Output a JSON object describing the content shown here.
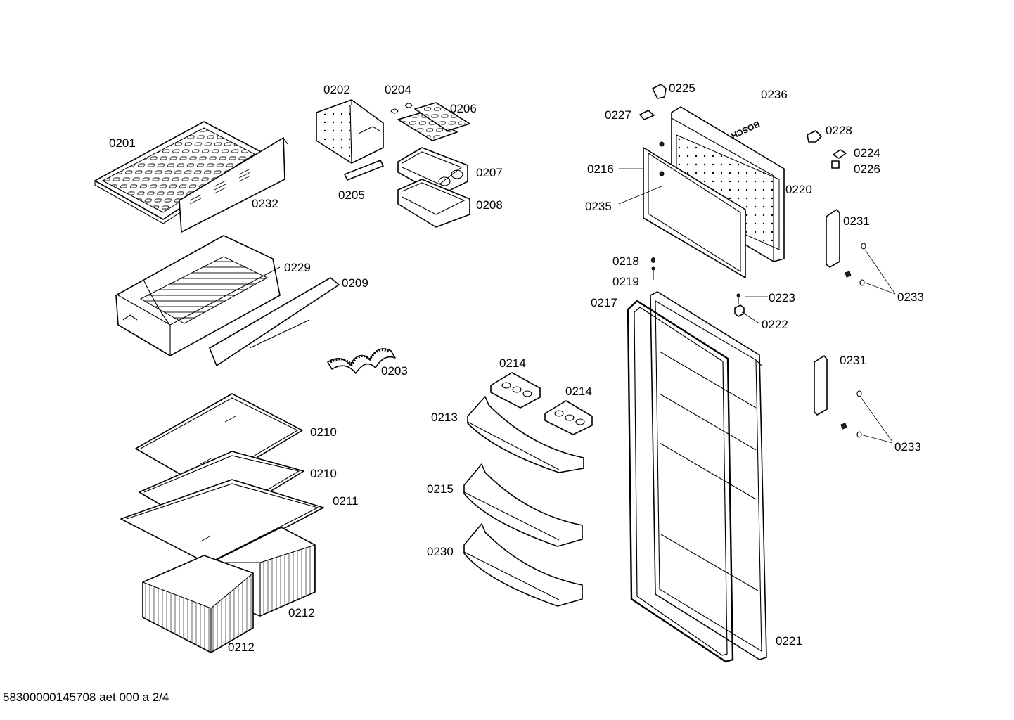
{
  "diagram": {
    "labels": {
      "p0201": "0201",
      "p0202": "0202",
      "p0203": "0203",
      "p0204": "0204",
      "p0205": "0205",
      "p0206": "0206",
      "p0207": "0207",
      "p0208": "0208",
      "p0209": "0209",
      "p0210a": "0210",
      "p0210b": "0210",
      "p0211": "0211",
      "p0212a": "0212",
      "p0212b": "0212",
      "p0213": "0213",
      "p0214a": "0214",
      "p0214b": "0214",
      "p0215": "0215",
      "p0216": "0216",
      "p0217": "0217",
      "p0218": "0218",
      "p0219": "0219",
      "p0220": "0220",
      "p0221": "0221",
      "p0222": "0222",
      "p0223": "0223",
      "p0224": "0224",
      "p0225": "0225",
      "p0226": "0226",
      "p0227": "0227",
      "p0228": "0228",
      "p0229": "0229",
      "p0230": "0230",
      "p0231a": "0231",
      "p0231b": "0231",
      "p0232": "0232",
      "p0233a": "0233",
      "p0233b": "0233",
      "p0235": "0235",
      "p0236": "0236"
    },
    "brand_mark": "BOSCH",
    "footer": "58300000145708 aet 000 a 2/4"
  }
}
